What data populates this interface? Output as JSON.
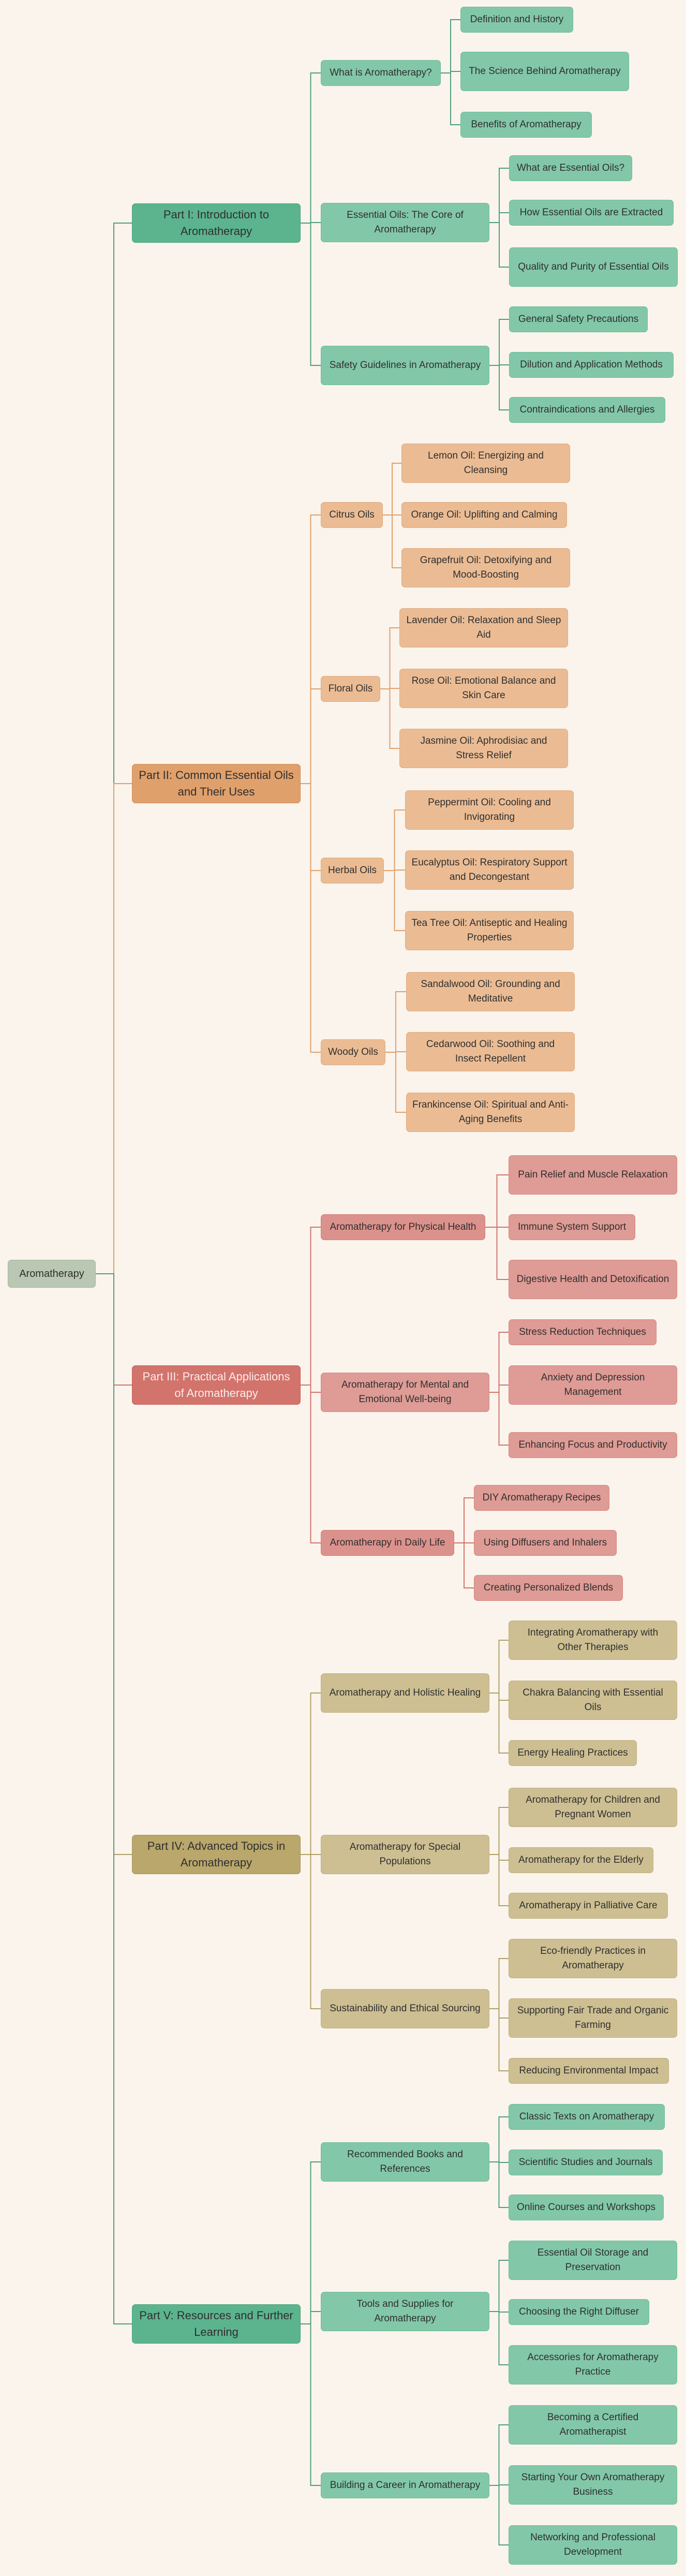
{
  "root": {
    "label": "Aromatherapy"
  },
  "colors": {
    "green": "#4f9f7c",
    "orange": "#e0a06c",
    "red": "#d2736c",
    "olive": "#b0a066",
    "root": "#b9c7b3"
  },
  "parts": [
    {
      "label": "Part I: Introduction to Aromatherapy",
      "sections": [
        {
          "label": "What is Aromatherapy?",
          "items": [
            "Definition and History",
            "The Science Behind Aromatherapy",
            "Benefits of Aromatherapy"
          ]
        },
        {
          "label": "Essential Oils: The Core of Aromatherapy",
          "items": [
            "What are Essential Oils?",
            "How Essential Oils are Extracted",
            "Quality and Purity of Essential Oils"
          ]
        },
        {
          "label": "Safety Guidelines in Aromatherapy",
          "items": [
            "General Safety Precautions",
            "Dilution and Application Methods",
            "Contraindications and Allergies"
          ]
        }
      ]
    },
    {
      "label": "Part II: Common Essential Oils and Their Uses",
      "sections": [
        {
          "label": "Citrus Oils",
          "items": [
            "Lemon Oil: Energizing and Cleansing",
            "Orange Oil: Uplifting and Calming",
            "Grapefruit Oil: Detoxifying and Mood-Boosting"
          ]
        },
        {
          "label": "Floral Oils",
          "items": [
            "Lavender Oil: Relaxation and Sleep Aid",
            "Rose Oil: Emotional Balance and Skin Care",
            "Jasmine Oil: Aphrodisiac and Stress Relief"
          ]
        },
        {
          "label": "Herbal Oils",
          "items": [
            "Peppermint Oil: Cooling and Invigorating",
            "Eucalyptus Oil: Respiratory Support and Decongestant",
            "Tea Tree Oil: Antiseptic and Healing Properties"
          ]
        },
        {
          "label": "Woody Oils",
          "items": [
            "Sandalwood Oil: Grounding and Meditative",
            "Cedarwood Oil: Soothing and Insect Repellent",
            "Frankincense Oil: Spiritual and Anti-Aging Benefits"
          ]
        }
      ]
    },
    {
      "label": "Part III: Practical Applications of Aromatherapy",
      "sections": [
        {
          "label": "Aromatherapy for Physical Health",
          "items": [
            "Pain Relief and Muscle Relaxation",
            "Immune System Support",
            "Digestive Health and Detoxification"
          ]
        },
        {
          "label": "Aromatherapy for Mental and Emotional Well-being",
          "items": [
            "Stress Reduction Techniques",
            "Anxiety and Depression Management",
            "Enhancing Focus and Productivity"
          ]
        },
        {
          "label": "Aromatherapy in Daily Life",
          "items": [
            "DIY Aromatherapy Recipes",
            "Using Diffusers and Inhalers",
            "Creating Personalized Blends"
          ]
        }
      ]
    },
    {
      "label": "Part IV: Advanced Topics in Aromatherapy",
      "sections": [
        {
          "label": "Aromatherapy and Holistic Healing",
          "items": [
            "Integrating Aromatherapy with Other Therapies",
            "Chakra Balancing with Essential Oils",
            "Energy Healing Practices"
          ]
        },
        {
          "label": "Aromatherapy for Special Populations",
          "items": [
            "Aromatherapy for Children and Pregnant Women",
            "Aromatherapy for the Elderly",
            "Aromatherapy in Palliative Care"
          ]
        },
        {
          "label": "Sustainability and Ethical Sourcing",
          "items": [
            "Eco-friendly Practices in Aromatherapy",
            "Supporting Fair Trade and Organic Farming",
            "Reducing Environmental Impact"
          ]
        }
      ]
    },
    {
      "label": "Part V: Resources and Further Learning",
      "sections": [
        {
          "label": "Recommended Books and References",
          "items": [
            "Classic Texts on Aromatherapy",
            "Scientific Studies and Journals",
            "Online Courses and Workshops"
          ]
        },
        {
          "label": "Tools and Supplies for Aromatherapy",
          "items": [
            "Essential Oil Storage and Preservation",
            "Choosing the Right Diffuser",
            "Accessories for Aromatherapy Practice"
          ]
        },
        {
          "label": "Building a Career in Aromatherapy",
          "items": [
            "Becoming a Certified Aromatherapist",
            "Starting Your Own Aromatherapy Business",
            "Networking and Professional Development"
          ]
        }
      ]
    }
  ]
}
